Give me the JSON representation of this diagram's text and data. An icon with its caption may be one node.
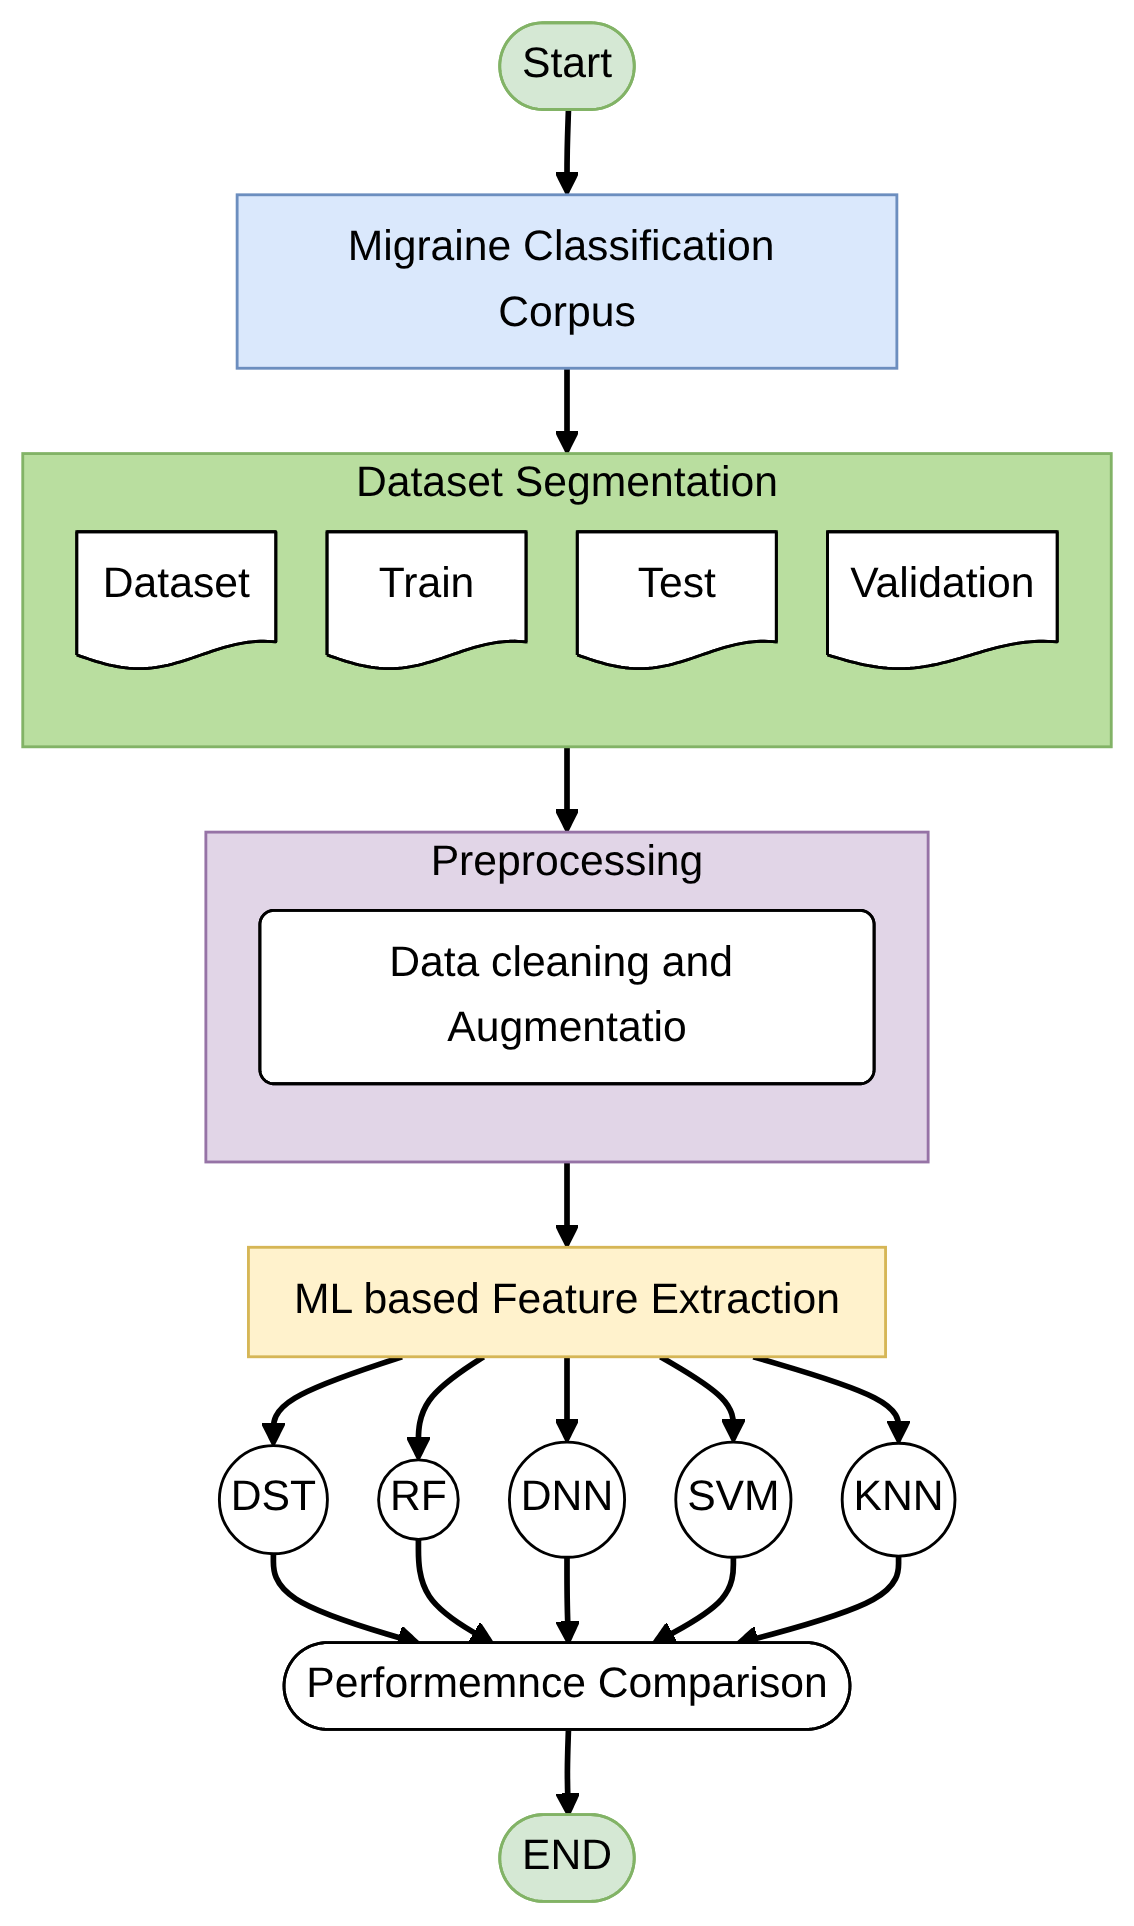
{
  "diagram": {
    "nodes": [
      {
        "text": [
          "Start"
        ]
      },
      {
        "text": [
          "Migraine Classification Corpus"
        ]
      },
      {
        "text": [
          "Dataset Segmentation"
        ]
      },
      {
        "text": [
          "Dataset"
        ],
        "in": 2
      },
      {
        "text": [
          "Train"
        ],
        "in": 2
      },
      {
        "text": [
          "Test"
        ],
        "in": 2
      },
      {
        "text": [
          "Validation"
        ],
        "in": 2
      },
      {
        "text": [
          "Preprocessing"
        ]
      },
      {
        "text": [
          "Data cleaning and Augmentatio"
        ],
        "in": 7
      },
      {
        "text": [
          "ML based Feature Extraction"
        ]
      },
      {
        "text": [
          "DST"
        ]
      },
      {
        "text": [
          "RF"
        ]
      },
      {
        "text": [
          "DNN"
        ]
      },
      {
        "text": [
          "SVM"
        ]
      },
      {
        "text": [
          "KNN"
        ]
      },
      {
        "text": [
          "Performemnce Comparison"
        ]
      },
      {
        "text": [
          "END"
        ]
      }
    ],
    "edges": [
      {
        "from": 0,
        "to": 1,
        "arrow": "to"
      },
      {
        "from": 1,
        "to": 2,
        "arrow": "to"
      },
      {
        "from": 2,
        "to": 7,
        "arrow": "to"
      },
      {
        "from": 7,
        "to": 9,
        "arrow": "to"
      },
      {
        "from": 9,
        "to": 10,
        "arrow": "to"
      },
      {
        "from": 9,
        "to": 11,
        "arrow": "to"
      },
      {
        "from": 9,
        "to": 12,
        "arrow": "to"
      },
      {
        "from": 9,
        "to": 13,
        "arrow": "to"
      },
      {
        "from": 9,
        "to": 14,
        "arrow": "to"
      },
      {
        "from": 10,
        "to": 15,
        "arrow": "to"
      },
      {
        "from": 11,
        "to": 15,
        "arrow": "to"
      },
      {
        "from": 12,
        "to": 15,
        "arrow": "to"
      },
      {
        "from": 13,
        "to": 15,
        "arrow": "to"
      },
      {
        "from": 14,
        "to": 15,
        "arrow": "to"
      },
      {
        "from": 15,
        "to": 16,
        "arrow": "to"
      }
    ]
  }
}
